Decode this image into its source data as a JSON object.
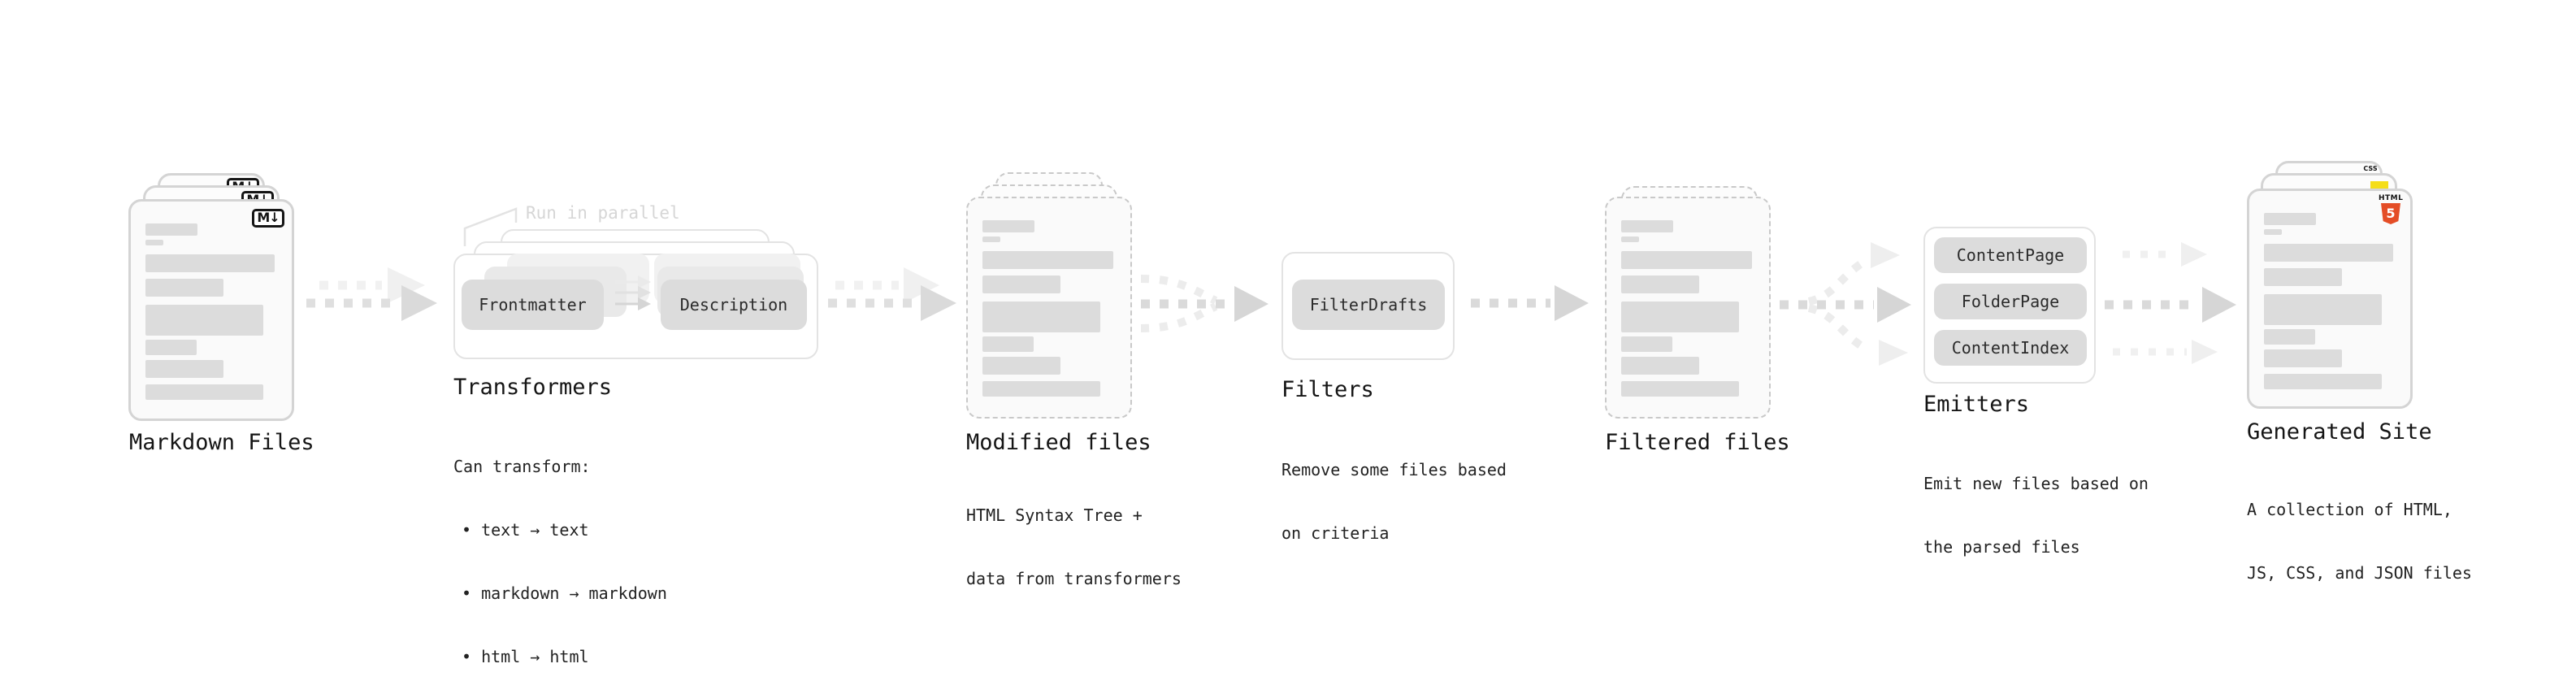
{
  "nodes": {
    "markdown_files": {
      "label": "Markdown Files",
      "file_icon": "M↓"
    },
    "transformers": {
      "label": "Transformers",
      "annotation": "Run in parallel",
      "pill_left": "Frontmatter",
      "pill_right": "Description",
      "desc_intro": "Can transform:",
      "bullets": [
        "• text → text",
        "• markdown → markdown",
        "• html → html"
      ]
    },
    "modified_files": {
      "label": "Modified files",
      "desc_line1": "HTML Syntax Tree +",
      "desc_line2": "data from transformers"
    },
    "filters": {
      "label": "Filters",
      "pill": "FilterDrafts",
      "desc_line1": "Remove some files based",
      "desc_line2": "on criteria"
    },
    "filtered_files": {
      "label": "Filtered files"
    },
    "emitters": {
      "label": "Emitters",
      "pills": [
        "ContentPage",
        "FolderPage",
        "ContentIndex"
      ],
      "desc_line1": "Emit new files based on",
      "desc_line2": "the parsed files"
    },
    "generated_site": {
      "label": "Generated Site",
      "desc_line1": "A collection of HTML,",
      "desc_line2": "JS, CSS, and JSON files",
      "html5_icon_word": "HTML",
      "html5_icon_number": "5",
      "css_icon_word": "CSS"
    }
  },
  "colors": {
    "html5_orange": "#e44d26",
    "js_yellow": "#f5de19",
    "css_blue": "#2d6ae3",
    "doc_border": "#d4d4d4",
    "bar_gray": "#dcdcdc",
    "pill_gray": "#dcdcdc",
    "arrow_gray": "#d9d9d9",
    "arrow_light": "#efefef",
    "annotation_gray": "#d6d6d6"
  }
}
